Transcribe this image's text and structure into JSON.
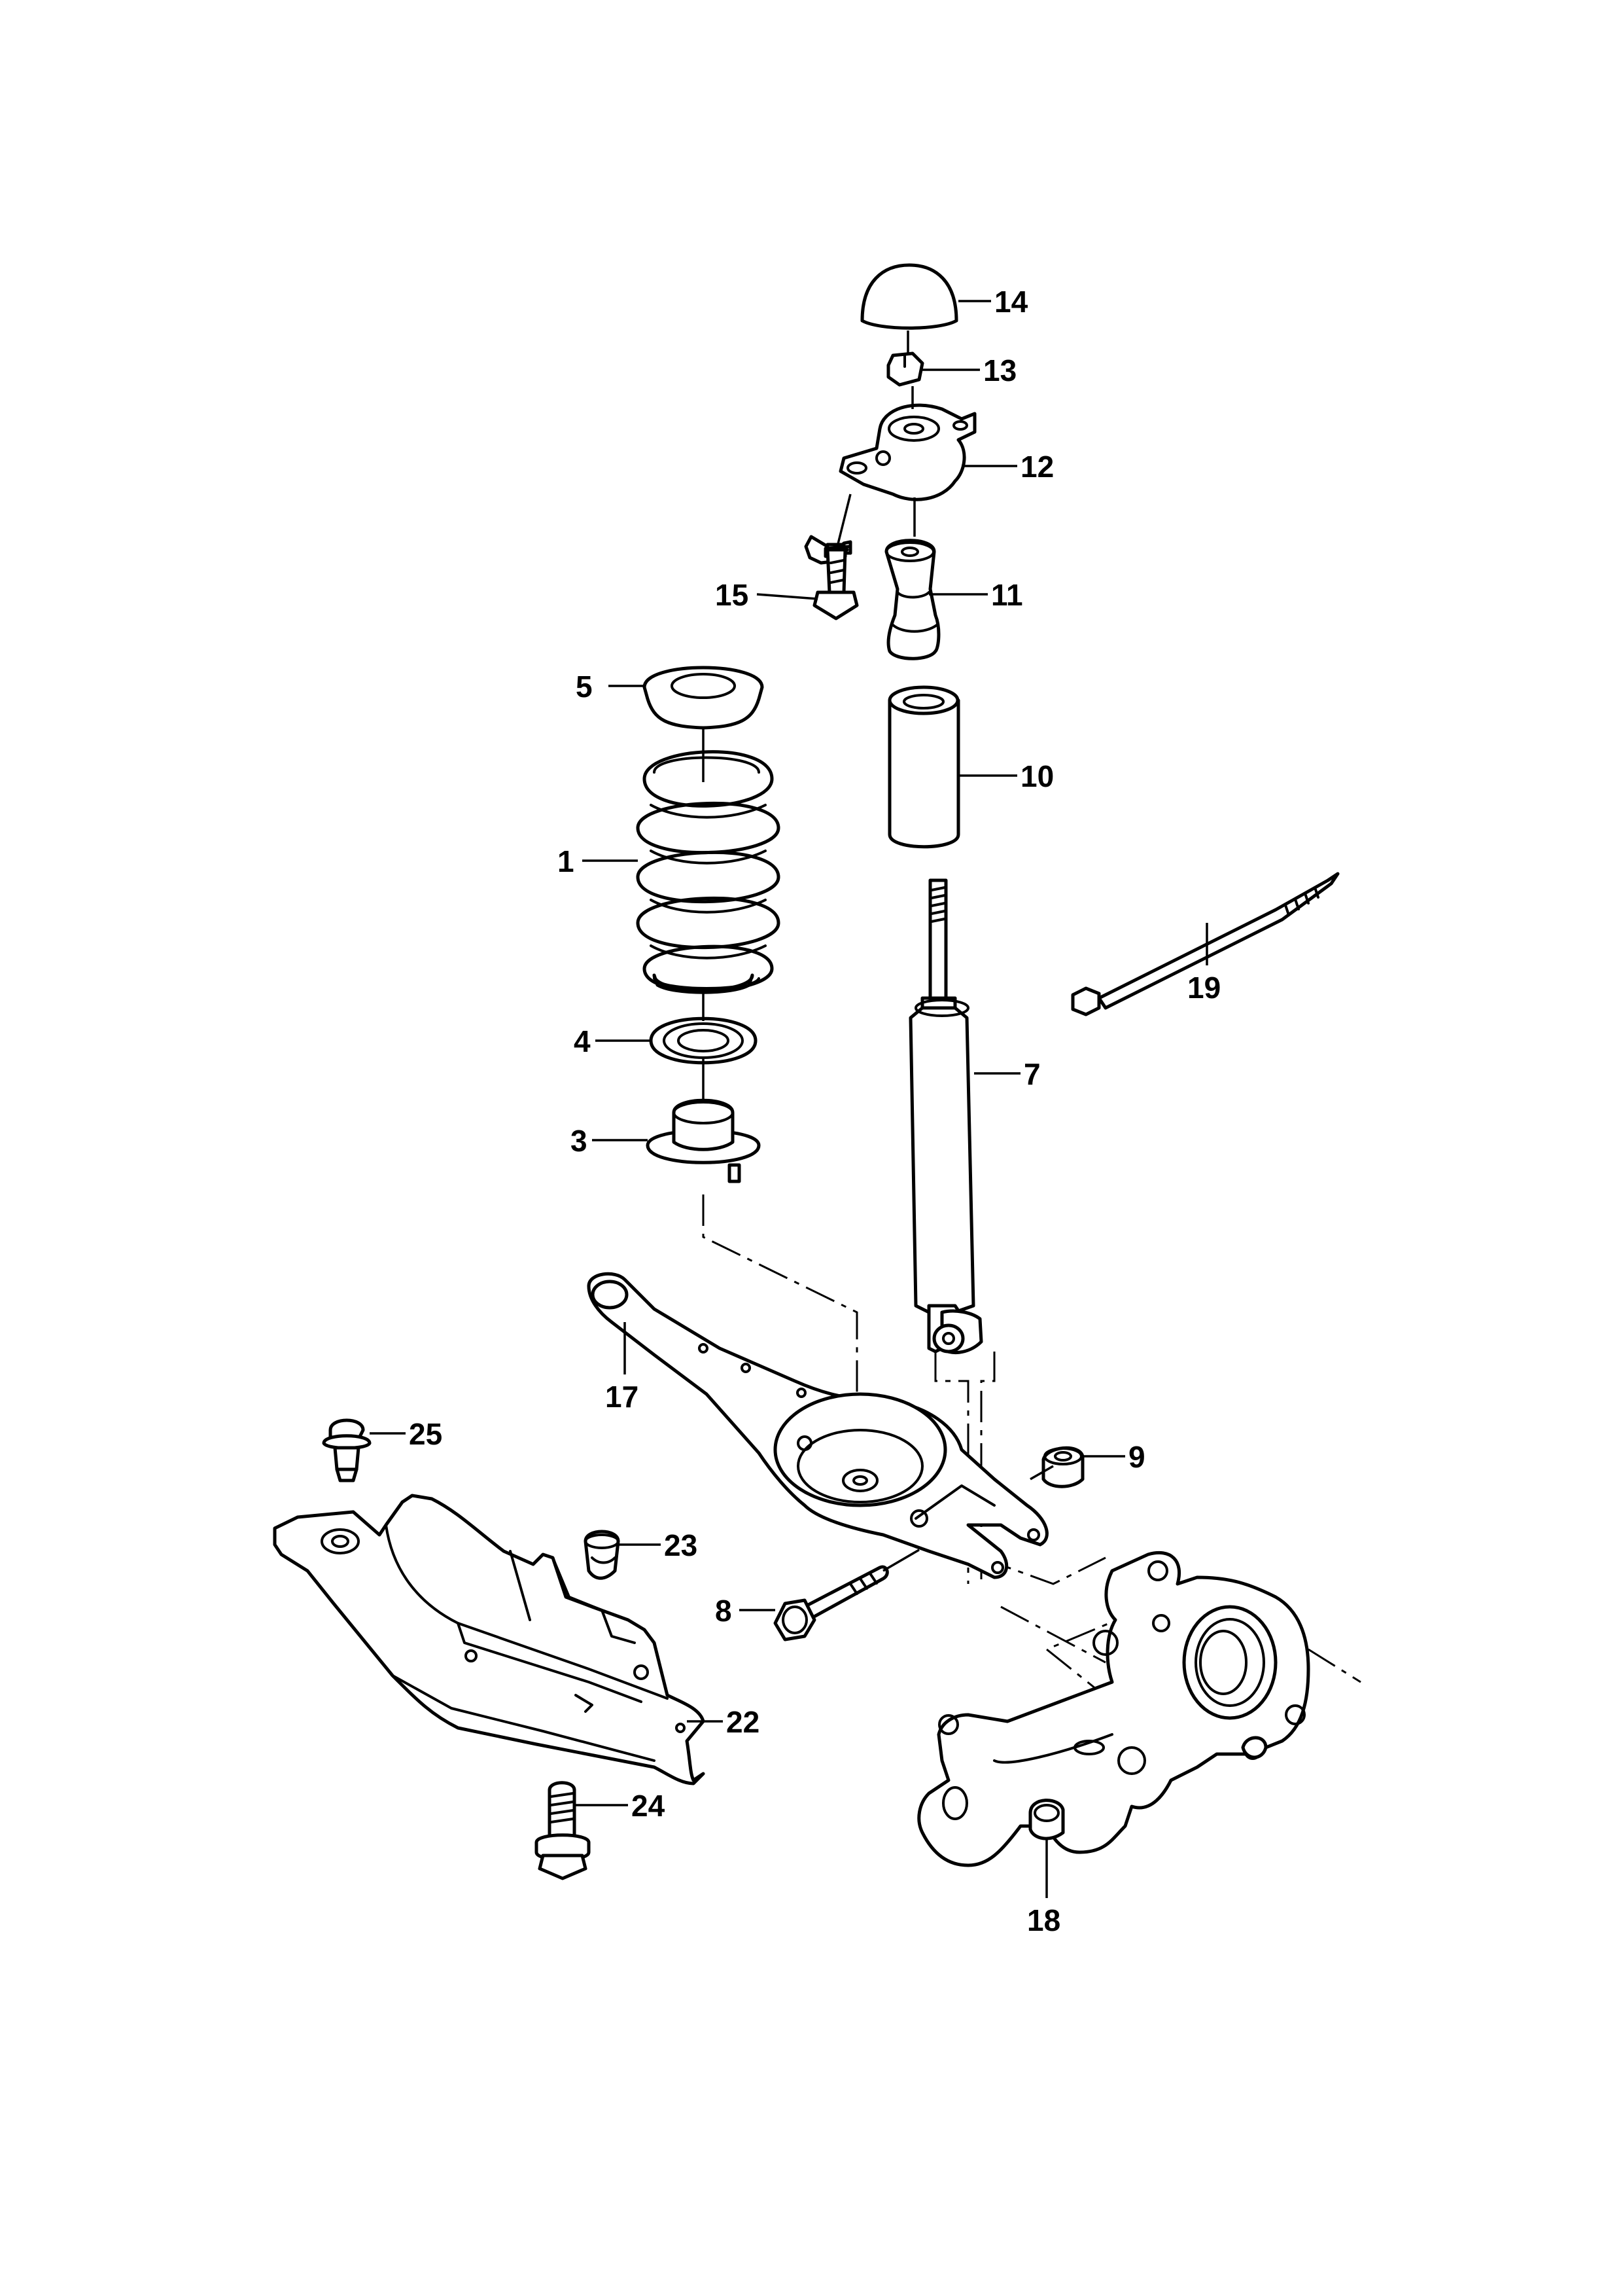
{
  "callouts": {
    "c1": "1",
    "c3": "3",
    "c4": "4",
    "c5": "5",
    "c7": "7",
    "c8": "8",
    "c9": "9",
    "c10": "10",
    "c11": "11",
    "c12": "12",
    "c13": "13",
    "c14": "14",
    "c15": "15",
    "c17": "17",
    "c18": "18",
    "c19": "19",
    "c22": "22",
    "c23": "23",
    "c24": "24",
    "c25": "25"
  },
  "colors": {
    "line": "#000000",
    "background": "#ffffff"
  }
}
